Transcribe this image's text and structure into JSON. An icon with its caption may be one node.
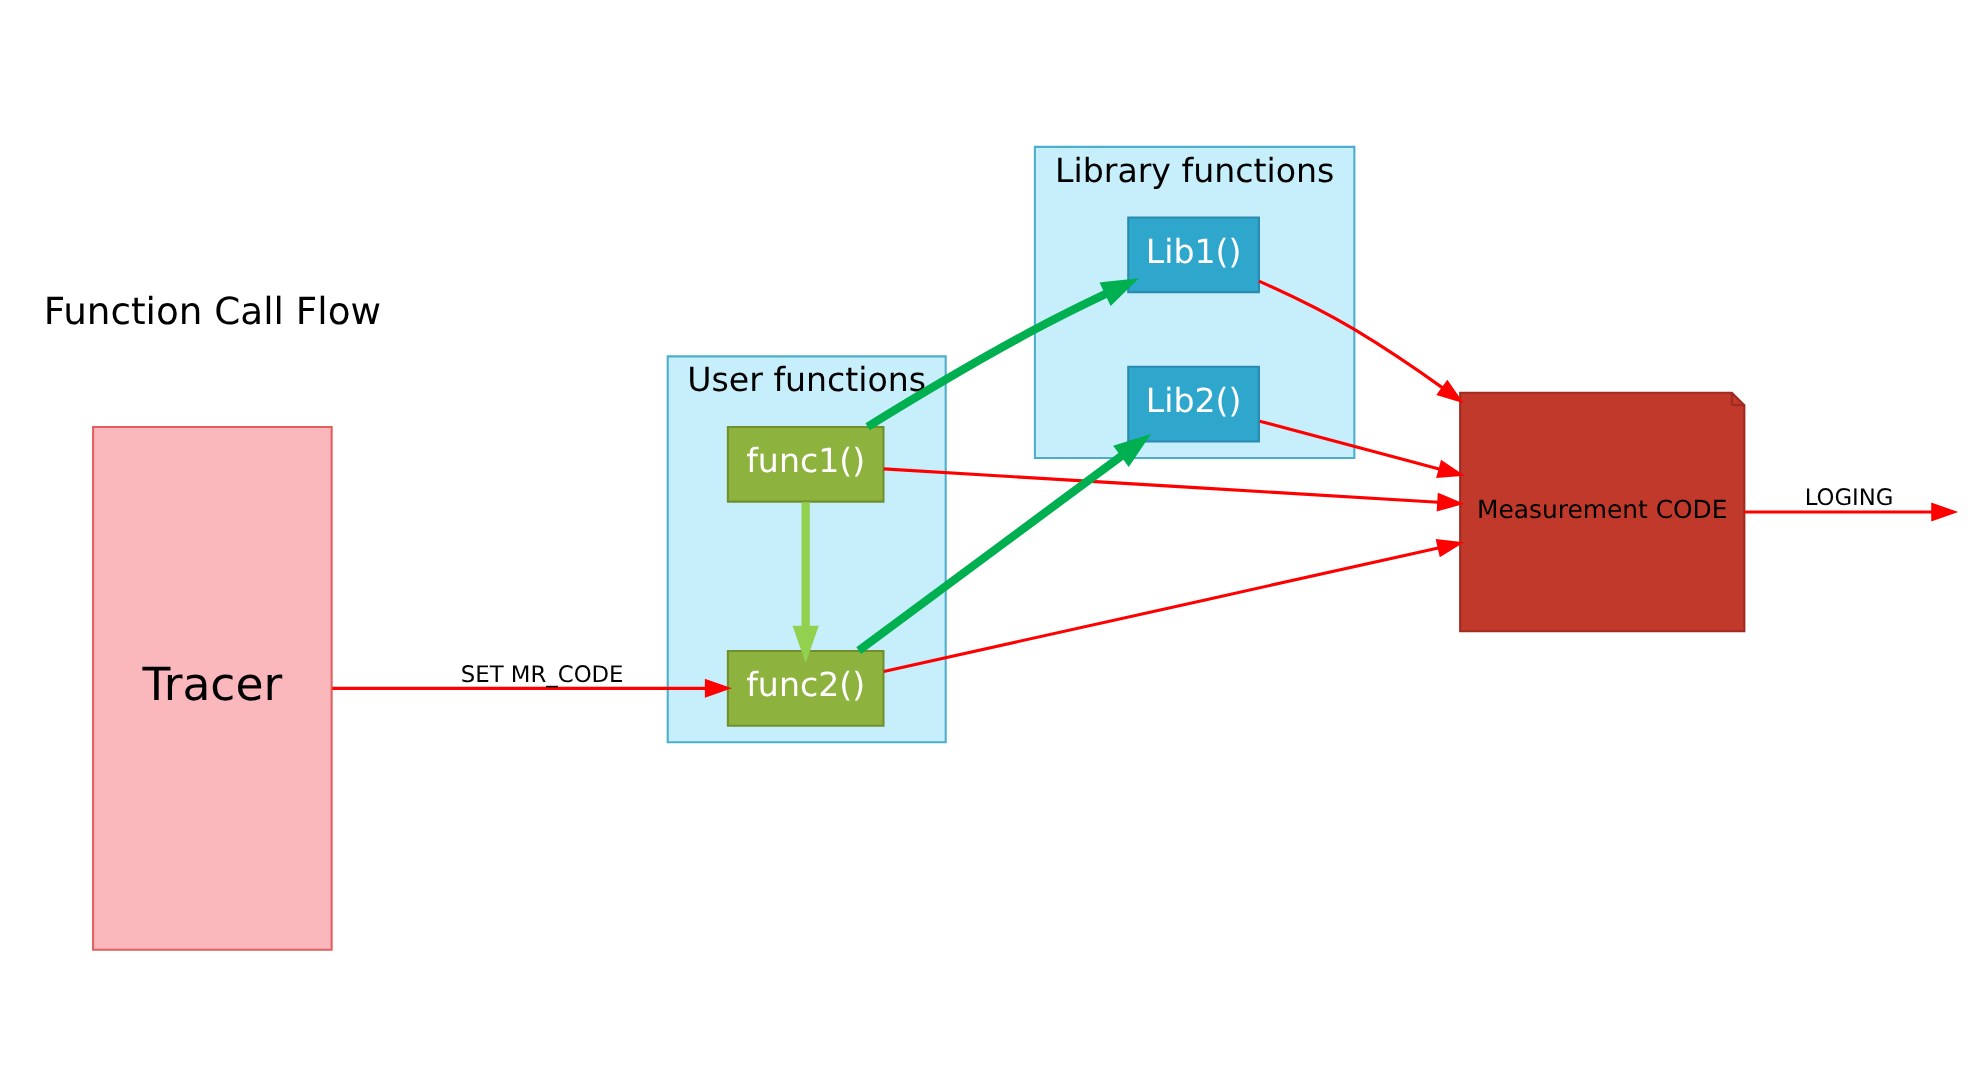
{
  "diagram": {
    "nodes": [
      {
        "text": [
          "Tracer"
        ]
      },
      {
        "text": [
          "User functions"
        ]
      },
      {
        "text": [
          "func1()"
        ],
        "in": 1
      },
      {
        "text": [
          "func2()"
        ],
        "in": 1
      },
      {
        "text": [
          "Library functions"
        ]
      },
      {
        "text": [
          "Lib1()"
        ],
        "in": 4
      },
      {
        "text": [
          "Lib2()"
        ],
        "in": 4
      },
      {
        "text": [
          "Measurement CODE"
        ]
      }
    ],
    "edges": [
      {
        "from": 0,
        "to": 3,
        "arrow": "to",
        "label": "SET MR_CODE"
      },
      {
        "from": 2,
        "to": 3,
        "arrow": "to",
        "style": "thick",
        "color": "#92d050"
      },
      {
        "from": 2,
        "to": 5,
        "arrow": "to",
        "style": "thick",
        "color": "#00b050"
      },
      {
        "from": 3,
        "to": 6,
        "arrow": "to",
        "style": "thick",
        "color": "#00b050"
      },
      {
        "from": 2,
        "to": 7,
        "arrow": "to"
      },
      {
        "from": 3,
        "to": 7,
        "arrow": "to"
      },
      {
        "from": 5,
        "to": 7,
        "arrow": "to"
      },
      {
        "from": 6,
        "to": 7,
        "arrow": "to"
      },
      {
        "from": 7,
        "to": null,
        "arrow": "to",
        "label": "LOGING"
      }
    ],
    "labels": [
      "Function Call Flow"
    ]
  }
}
